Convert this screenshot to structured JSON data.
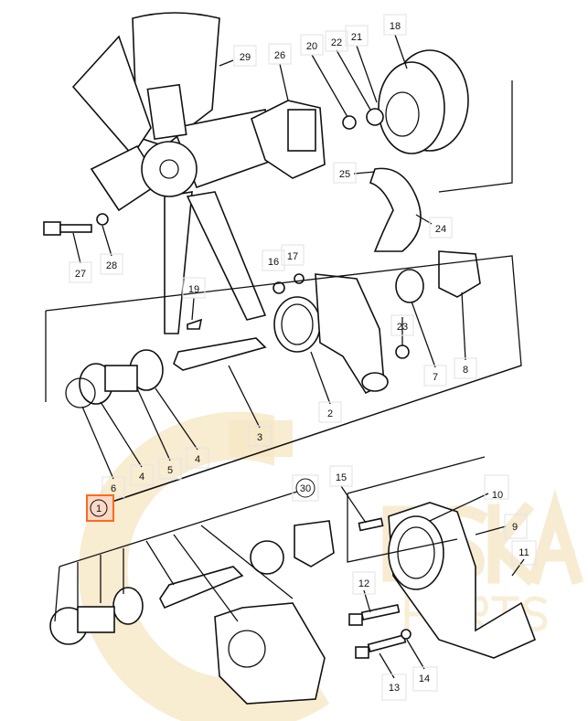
{
  "diagram": {
    "title": "Water pump exploded parts diagram",
    "watermark": {
      "line1": "ESKA",
      "line2": "PARTS"
    },
    "selected_label": "1",
    "highlight_color": "#ff6a1a",
    "callouts": {
      "c29": "29",
      "c26": "26",
      "c20": "20",
      "c22": "22",
      "c21": "21",
      "c18": "18",
      "c25": "25",
      "c24": "24",
      "c27": "27",
      "c28": "28",
      "c16": "16",
      "c17": "17",
      "c19": "19",
      "c23": "23",
      "c7": "7",
      "c8": "8",
      "c3": "3",
      "c2": "2",
      "c6": "6",
      "c4a": "4",
      "c5": "5",
      "c4b": "4",
      "c1": "1",
      "c30": "30",
      "c15": "15",
      "c10": "10",
      "c9": "9",
      "c11": "11",
      "c12": "12",
      "c13": "13",
      "c14": "14"
    }
  }
}
